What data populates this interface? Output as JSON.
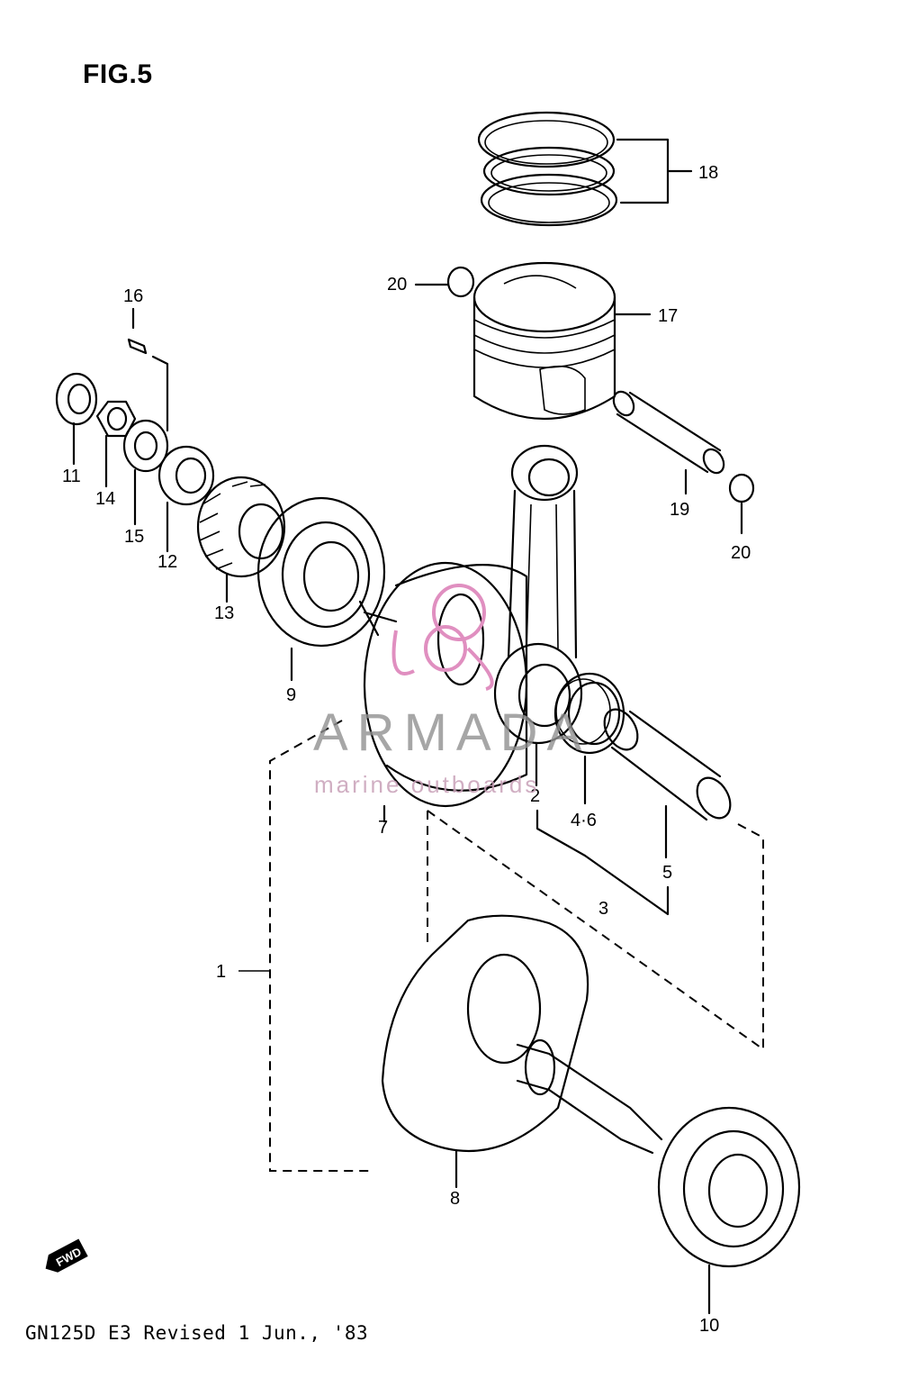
{
  "figure": {
    "title": "FIG.5",
    "footer": "GN125D E3  Revised 1 Jun., '83"
  },
  "watermark": {
    "name": "ARMADA",
    "tagline": "marine outboards",
    "accent_color": "#e08fc0"
  },
  "badge": {
    "text": "FWD"
  },
  "callouts": [
    {
      "id": "c1",
      "label": "1"
    },
    {
      "id": "c2",
      "label": "2"
    },
    {
      "id": "c3",
      "label": "3"
    },
    {
      "id": "c46",
      "label": "4·6"
    },
    {
      "id": "c5",
      "label": "5"
    },
    {
      "id": "c7",
      "label": "7"
    },
    {
      "id": "c8",
      "label": "8"
    },
    {
      "id": "c9",
      "label": "9"
    },
    {
      "id": "c10",
      "label": "10"
    },
    {
      "id": "c11",
      "label": "11"
    },
    {
      "id": "c12",
      "label": "12"
    },
    {
      "id": "c13",
      "label": "13"
    },
    {
      "id": "c14",
      "label": "14"
    },
    {
      "id": "c15",
      "label": "15"
    },
    {
      "id": "c16",
      "label": "16"
    },
    {
      "id": "c17",
      "label": "17"
    },
    {
      "id": "c18",
      "label": "18"
    },
    {
      "id": "c19",
      "label": "19"
    },
    {
      "id": "c20a",
      "label": "20"
    },
    {
      "id": "c20b",
      "label": "20"
    }
  ]
}
